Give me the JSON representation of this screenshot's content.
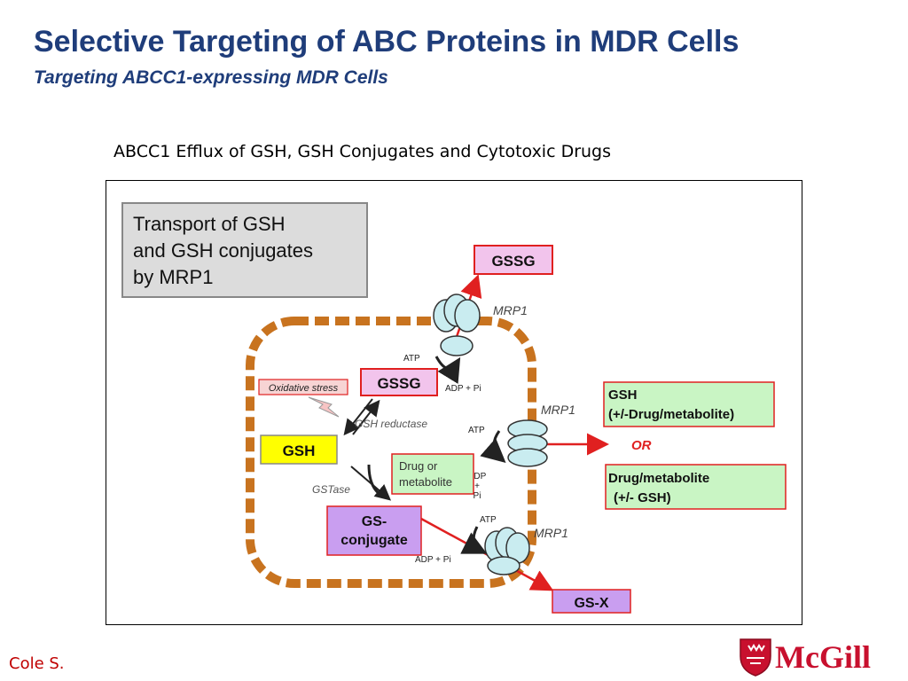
{
  "slide": {
    "title": "Selective Targeting of ABC Proteins in MDR Cells",
    "subtitle": "Targeting ABCC1-expressing MDR Cells",
    "caption": "ABCC1 Efflux of GSH, GSH Conjugates and Cytotoxic Drugs",
    "credit": "Cole S.",
    "logo_text": "McGill"
  },
  "diagram": {
    "header_lines": [
      "Transport of GSH",
      "and GSH conjugates",
      "by MRP1"
    ],
    "gssg_out": "GSSG",
    "mrp1_label": "MRP1",
    "atp": "ATP",
    "adp_pi": "ADP + Pi",
    "oxidative_stress": "Oxidative stress",
    "gssg_in": "GSSG",
    "gsh_reductase": "GSH reductase",
    "gsh": "GSH",
    "gstase": "GSTase",
    "drug_lines": [
      "Drug or",
      "metabolite"
    ],
    "adp_stack": [
      "ADP",
      "+",
      "Pi"
    ],
    "gs_conjugate_lines": [
      "GS-",
      "conjugate"
    ],
    "gsh_out_lines": [
      "GSH",
      "(+/-Drug/metabolite)"
    ],
    "or_label": "OR",
    "drug_out_lines": [
      "Drug/metabolite",
      "(+/- GSH)"
    ],
    "gsx": "GS-X",
    "colors": {
      "membrane": "#c8731f",
      "arrow_red": "#e02020",
      "pink_box": "#f2c4ec",
      "yellow_box": "#ffff00",
      "green_box": "#c9f5c4",
      "purple_box": "#c99ef0",
      "pump": "#c9ecf0",
      "grey_box": "#dcdcdc"
    }
  }
}
